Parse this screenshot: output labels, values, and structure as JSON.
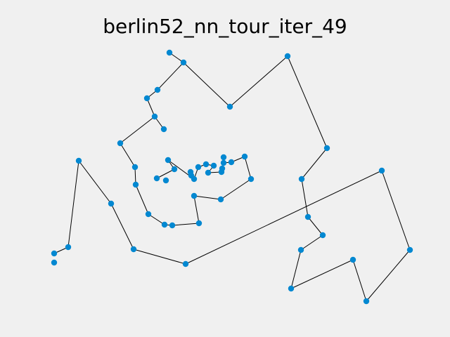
{
  "chart_data": {
    "type": "scatter",
    "title": "berlin52_nn_tour_iter_49",
    "xlabel": "",
    "ylabel": "",
    "axes_visible": false,
    "grid": false,
    "legend": "none",
    "style": {
      "background": "#f0f0f0",
      "point_color": "#0288d1",
      "line_color": "#000000"
    },
    "tour_path": [
      [
        241,
        75
      ],
      [
        261,
        89
      ],
      [
        327,
        152
      ],
      [
        409,
        80
      ],
      [
        465,
        211
      ],
      [
        429,
        255
      ],
      [
        438,
        309
      ],
      [
        459,
        335
      ],
      [
        428,
        356
      ],
      [
        414,
        411
      ],
      [
        502,
        370
      ],
      [
        521,
        429
      ],
      [
        583,
        356
      ],
      [
        543,
        243
      ],
      [
        264,
        376
      ],
      [
        190,
        355
      ],
      [
        158,
        290
      ],
      [
        112,
        229
      ],
      [
        97,
        352
      ],
      [
        77,
        361
      ]
    ],
    "inner_path": [
      [
        223,
        254
      ],
      [
        248,
        241
      ],
      [
        239,
        228
      ],
      [
        276,
        255
      ],
      [
        282,
        238
      ],
      [
        293,
        234
      ],
      [
        304,
        236
      ],
      [
        296,
        246
      ],
      [
        315,
        245
      ],
      [
        318,
        232
      ],
      [
        329,
        231
      ],
      [
        348,
        223
      ],
      [
        357,
        255
      ],
      [
        314,
        284
      ],
      [
        276,
        279
      ],
      [
        283,
        318
      ],
      [
        245,
        321
      ],
      [
        234,
        320
      ],
      [
        211,
        305
      ],
      [
        193,
        263
      ],
      [
        192,
        238
      ],
      [
        171,
        204
      ],
      [
        220,
        166
      ],
      [
        233,
        184
      ],
      [
        220,
        166
      ],
      [
        209,
        140
      ],
      [
        224,
        128
      ],
      [
        261,
        89
      ]
    ],
    "points": [
      [
        241,
        75
      ],
      [
        261,
        89
      ],
      [
        224,
        128
      ],
      [
        209,
        140
      ],
      [
        220,
        166
      ],
      [
        233,
        184
      ],
      [
        327,
        152
      ],
      [
        409,
        80
      ],
      [
        465,
        211
      ],
      [
        429,
        255
      ],
      [
        438,
        309
      ],
      [
        459,
        335
      ],
      [
        428,
        356
      ],
      [
        414,
        411
      ],
      [
        502,
        370
      ],
      [
        521,
        429
      ],
      [
        583,
        356
      ],
      [
        543,
        243
      ],
      [
        171,
        204
      ],
      [
        192,
        238
      ],
      [
        193,
        263
      ],
      [
        211,
        305
      ],
      [
        234,
        320
      ],
      [
        245,
        321
      ],
      [
        283,
        318
      ],
      [
        276,
        279
      ],
      [
        314,
        284
      ],
      [
        357,
        255
      ],
      [
        348,
        223
      ],
      [
        329,
        231
      ],
      [
        318,
        224
      ],
      [
        318,
        232
      ],
      [
        315,
        245
      ],
      [
        316,
        240
      ],
      [
        304,
        236
      ],
      [
        293,
        234
      ],
      [
        282,
        238
      ],
      [
        296,
        246
      ],
      [
        271,
        245
      ],
      [
        272,
        250
      ],
      [
        276,
        255
      ],
      [
        239,
        228
      ],
      [
        248,
        241
      ],
      [
        223,
        254
      ],
      [
        236,
        257
      ],
      [
        112,
        229
      ],
      [
        158,
        290
      ],
      [
        190,
        355
      ],
      [
        264,
        376
      ],
      [
        97,
        352
      ],
      [
        77,
        361
      ],
      [
        77,
        374
      ]
    ]
  }
}
